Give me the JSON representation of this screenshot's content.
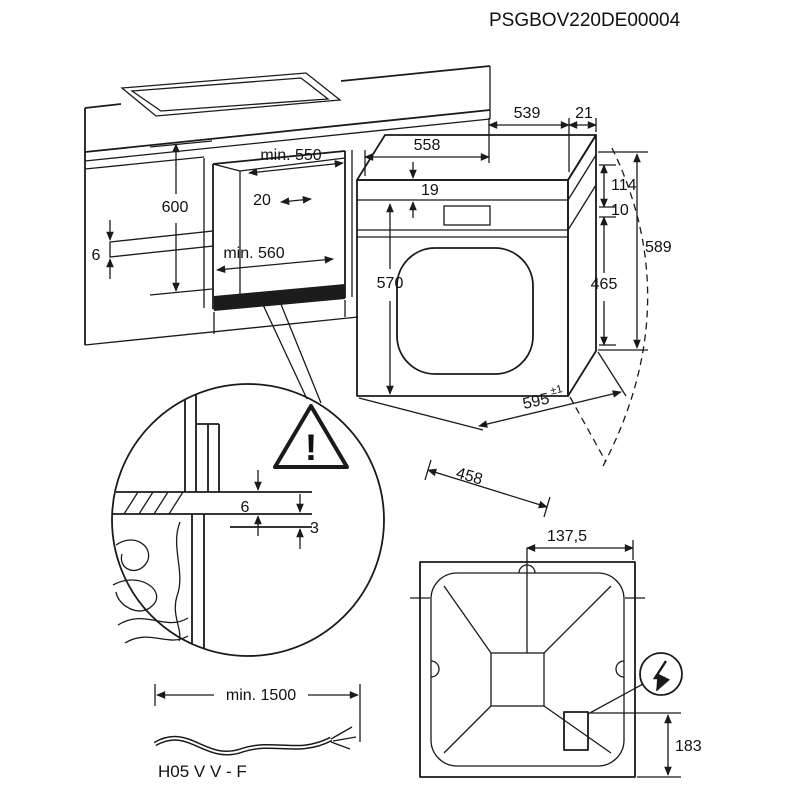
{
  "part_number": "PSGBOV220DE00004",
  "cabinet_view": {
    "niche_depth": "min. 550",
    "top_clearance": "20",
    "niche_height": "600",
    "niche_width": "min. 560",
    "worktop_gap": "6"
  },
  "oven_view": {
    "body_depth": "558",
    "top_depth": "539",
    "panel_overhang": "21",
    "top_inset": "19",
    "panel_height": "114",
    "panel_gap": "10",
    "total_height": "589",
    "lower_height": "570",
    "door_height": "465",
    "width": "595",
    "width_tolerance": "±1",
    "door_depth": "458"
  },
  "detail_view": {
    "upper_gap": "6",
    "lower_gap": "3",
    "warning_mark": "!"
  },
  "cable_view": {
    "cable_length": "min. 1500",
    "cable_type": "H05 V V - F"
  },
  "rear_view": {
    "terminal_offset": "137,5",
    "terminal_height": "183"
  }
}
